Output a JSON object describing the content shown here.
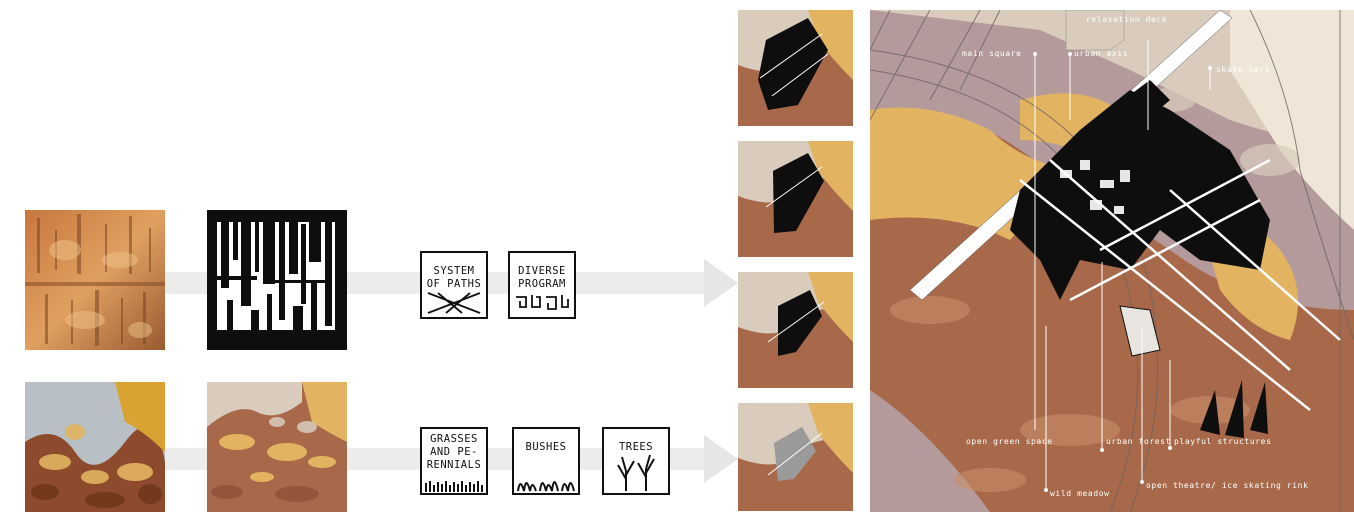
{
  "icons": {
    "system_of_paths": "SYSTEM\nOF PATHS",
    "diverse_program": "DIVERSE\nPROGRAM",
    "grasses_perennials": "GRASSES\nAND PE-\nRENNIALS",
    "bushes": "BUSHES",
    "trees": "TREES"
  },
  "map_labels": {
    "main_square": "main square",
    "urban_axis": "urban axis",
    "relaxation_deck": "relaxation deck",
    "skate_park": "skate park",
    "open_green_space": "open green space",
    "wild_meadow": "wild meadow",
    "urban_forest": "urban forest",
    "playful_structures": "playful structures",
    "open_theatre": "open theatre/ ice skating rink"
  },
  "colors": {
    "rust": "#a8694a",
    "ochre": "#e2b461",
    "sand": "#d9ccbc",
    "pale": "#efe6d8",
    "mauve": "#b49a9b",
    "ink": "#0e0e0e"
  }
}
